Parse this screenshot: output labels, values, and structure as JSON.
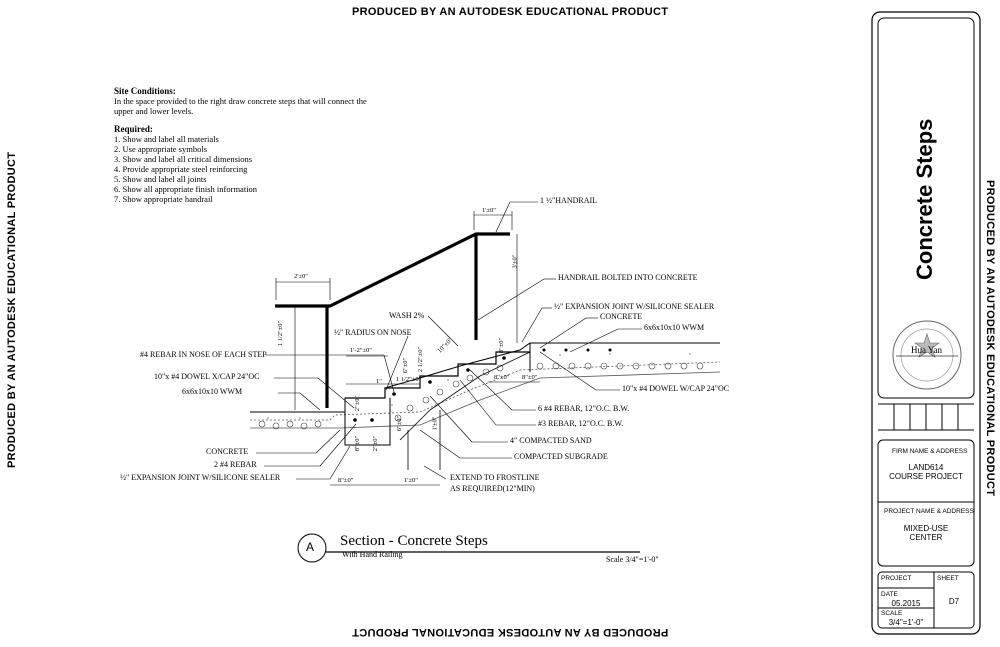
{
  "banners": {
    "top": "PRODUCED BY AN AUTODESK EDUCATIONAL PRODUCT",
    "bottom": "PRODUCED BY AN AUTODESK EDUCATIONAL PRODUCT",
    "left": "PRODUCED BY AN AUTODESK EDUCATIONAL PRODUCT",
    "right": "PRODUCED BY AN AUTODESK EDUCATIONAL PRODUCT"
  },
  "site_conditions": {
    "heading": "Site Conditions:",
    "line1": "In the space provided to the right draw concrete steps that will connect the",
    "line2": "upper and lower levels."
  },
  "required": {
    "heading": "Required:",
    "items": [
      "1.  Show and label all materials",
      "2.  Use appropriate symbols",
      "3.  Show and label all critical dimensions",
      "4.  Provide appropriate steel reinforcing",
      "5.  Show and label all joints",
      "6.  Show all appropriate finish information",
      "7.  Show appropriate handrail"
    ]
  },
  "labels": {
    "handrail": "1 ½\"HANDRAIL",
    "handrail_bolted": "HANDRAIL BOLTED INTO CONCRETE",
    "expansion_top": "½\" EXPANSION JOINT W/SILICONE SEALER",
    "concrete_top": "CONCRETE",
    "wwm_top": "6x6x10x10 WWM",
    "wash": "WASH 2%",
    "radius": "½\" RADIUS ON NOSE",
    "rebar_nose": "#4 REBAR IN NOSE OF EACH STEP",
    "dowel_cap": "10\"x #4 DOWEL X/CAP 24\"OC",
    "wwm_left": "6x6x10x10 WWM",
    "dowel_right": "10\"x #4 DOWEL W/CAP 24\"OC",
    "rebar6": "6 #4 REBAR, 12\"O.C. B.W.",
    "rebar3": "#3 REBAR, 12\"O.C. B.W.",
    "sand": "4\" COMPACTED SAND",
    "subgrade": "COMPACTED SUBGRADE",
    "concrete_left": "CONCRETE",
    "rebar2": "2 #4 REBAR",
    "expansion_left": "½\" EXPANSION JOINT W/SILICONE SEALER",
    "frost1": "EXTEND TO FROSTLINE",
    "frost2": "AS REQUIRED(12\"MIN)"
  },
  "dims": {
    "d_1_6": "1'±0\"",
    "d_2_0": "2'±0\"",
    "d_3_0": "3'±0\"",
    "d_112": "1 1/2\"±0\"",
    "d_12": "1'-2\"±0\"",
    "d_6": "6\"±0\"",
    "d_2_12": "2 1/2\"±0\"",
    "d_10": "10\"±0\"",
    "d_1": "1\"",
    "d_1_12b": "1 1/2\"±0\"",
    "d_8a": "8\"±0\"",
    "d_8b": "8\"±0\"",
    "d_8c": "8\"±0\"",
    "d_8d": "8\"±0\"",
    "d_2": "2\"±0\"",
    "d_6b": "6\"±0\"",
    "d_1_0b": "1'±0\"",
    "d_8e": "8\"±0\"",
    "d_2b": "2\"±0\"",
    "d_1_12c": "1'±0\""
  },
  "section": {
    "marker": "A",
    "title": "Section - Concrete Steps",
    "subtitle": "With Hand Railing",
    "scale": "Scale 3/4\"=1'-0\""
  },
  "title_block": {
    "project_title": "Concrete Steps",
    "seal_name": "Hua Yan",
    "firm_label": "FIRM NAME & ADDRESS",
    "firm_line1": "LAND614",
    "firm_line2": "COURSE PROJECT",
    "project_label": "PROJECT NAME & ADDRESS",
    "project_line1": "MIXED-USE",
    "project_line2": "CENTER",
    "project_box_label": "PROJECT",
    "sheet_label": "SHEET",
    "sheet_value": "D7",
    "date_label": "DATE",
    "date_value": "05.2015",
    "scale_label": "SCALE",
    "scale_value": "3/4\"=1'-0\""
  }
}
